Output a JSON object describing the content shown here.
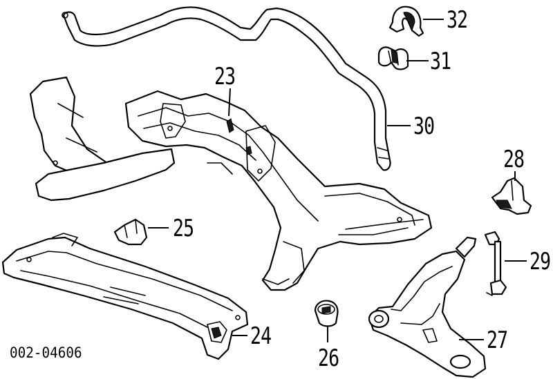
{
  "diagram": {
    "document_number": "002-04606",
    "callouts": [
      {
        "id": "p23",
        "label": "23"
      },
      {
        "id": "p24",
        "label": "24"
      },
      {
        "id": "p25",
        "label": "25"
      },
      {
        "id": "p26",
        "label": "26"
      },
      {
        "id": "p27",
        "label": "27"
      },
      {
        "id": "p28",
        "label": "28"
      },
      {
        "id": "p29",
        "label": "29"
      },
      {
        "id": "p30",
        "label": "30"
      },
      {
        "id": "p31",
        "label": "31"
      },
      {
        "id": "p32",
        "label": "32"
      }
    ]
  }
}
